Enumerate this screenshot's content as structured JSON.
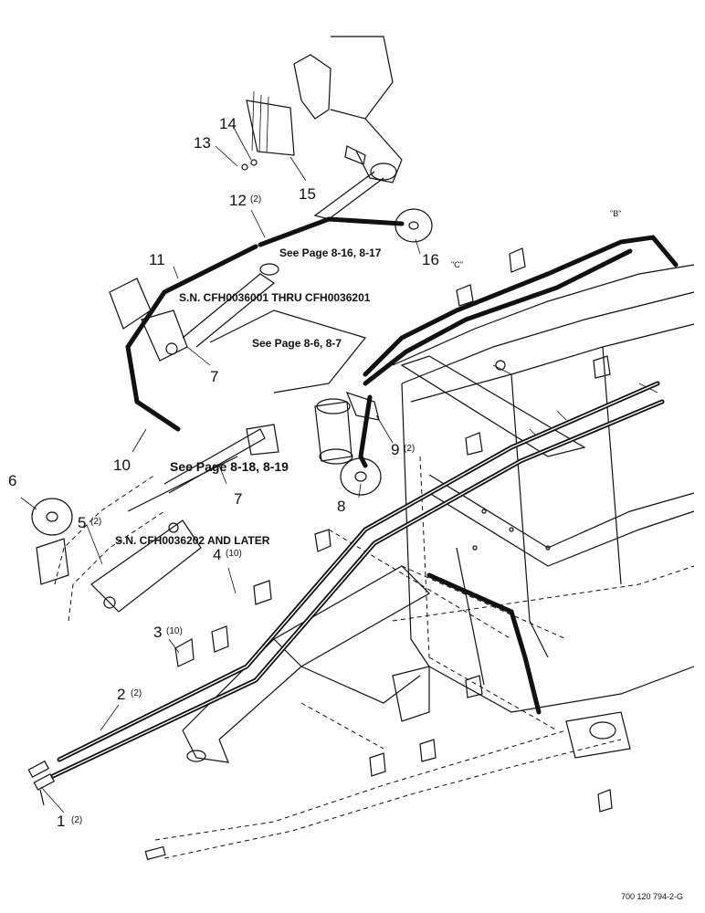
{
  "callouts": [
    {
      "num": "1",
      "qty": "(2)"
    },
    {
      "num": "2",
      "qty": "(2)"
    },
    {
      "num": "3",
      "qty": "(10)"
    },
    {
      "num": "4",
      "qty": "(10)"
    },
    {
      "num": "5",
      "qty": "(2)"
    },
    {
      "num": "6",
      "qty": ""
    },
    {
      "num": "7",
      "qty": ""
    },
    {
      "num": "7",
      "qty": ""
    },
    {
      "num": "8",
      "qty": ""
    },
    {
      "num": "9",
      "qty": "(2)"
    },
    {
      "num": "10",
      "qty": ""
    },
    {
      "num": "11",
      "qty": ""
    },
    {
      "num": "12",
      "qty": "(2)"
    },
    {
      "num": "13",
      "qty": ""
    },
    {
      "num": "14",
      "qty": ""
    },
    {
      "num": "15",
      "qty": ""
    },
    {
      "num": "16",
      "qty": ""
    }
  ],
  "notes": {
    "page_8_16": "See Page 8-16, 8-17",
    "sn_range_1": "S.N. CFH0036001 THRU CFH0036201",
    "page_8_6": "See Page 8-6, 8-7",
    "page_8_18": "See Page 8-18, 8-19",
    "sn_range_2": "S.N. CFH0036202 AND LATER"
  },
  "small_labels": {
    "b": "\"B\"",
    "c": "\"C\""
  },
  "drawing_number": "700 120 794-2-G"
}
